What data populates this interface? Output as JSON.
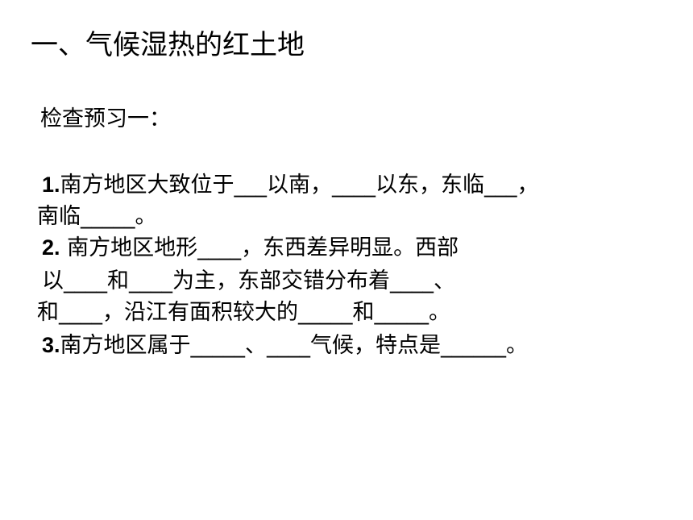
{
  "slide": {
    "title": "一、气候湿热的红土地",
    "subtitle": "检查预习一：",
    "lines": [
      {
        "num": "1.",
        "text": "南方地区大致位于___以南，____以东，东临___，"
      },
      {
        "num": "",
        "text": "南临_____。"
      },
      {
        "num": "2.",
        "text": " 南方地区地形____，东西差异明显。西部"
      },
      {
        "num": "",
        "text": "以____和____为主，东部交错分布着____、"
      },
      {
        "num": "",
        "text": "和____，沿江有面积较大的_____和_____。"
      },
      {
        "num": "3.",
        "text": "南方地区属于_____、____气候，特点是______。"
      }
    ]
  }
}
